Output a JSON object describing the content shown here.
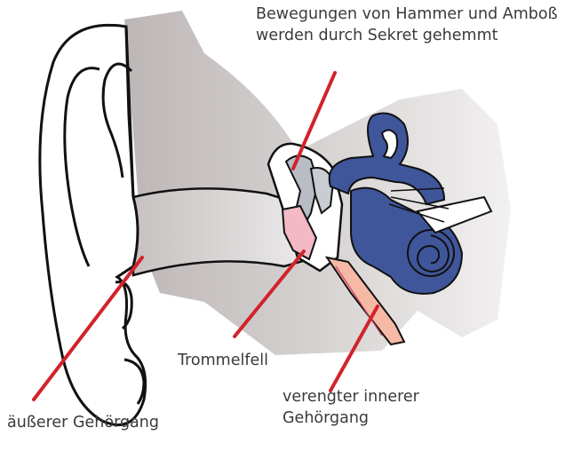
{
  "labels": {
    "hammer_amboss_line1": "Bewegungen von Hammer und Amboß",
    "hammer_amboss_line2": "werden durch Sekret gehemmt",
    "trommelfell": "Trommelfell",
    "aeusserer_gehoergang": "äußerer Gehörgang",
    "verengter_line1": "verengter innerer",
    "verengter_line2": "Gehörgang"
  },
  "colors": {
    "pointer": "#d2232a",
    "inner_ear": "#3f569b",
    "eardrum": "#f3b9c4",
    "canal_shade": "#c9c3c3",
    "eustachian": "#f6b9a5",
    "ossicle": "#b8bcc4"
  }
}
